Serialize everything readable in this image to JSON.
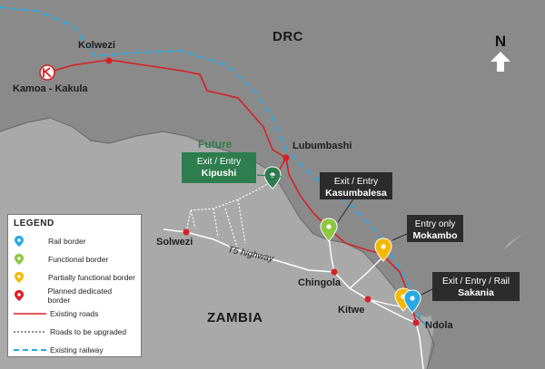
{
  "countries": {
    "drc": "DRC",
    "zambia": "ZAMBIA"
  },
  "north_label": "N",
  "future_label": "Future",
  "places": {
    "kolwezi": "Kolwezi",
    "kamoa_kakula": "Kamoa - Kakula",
    "lubumbashi": "Lubumbashi",
    "solwezi": "Solwezi",
    "chingola": "Chingola",
    "kitwe": "Kitwe",
    "ndola": "Ndola"
  },
  "road_label": "T5 highway",
  "callouts": {
    "kipushi": {
      "line1": "Exit / Entry",
      "name": "Kipushi"
    },
    "kasumbalesa": {
      "line1": "Exit / Entry",
      "name": "Kasumbalesa"
    },
    "mokambo": {
      "line1": "Entry only",
      "name": "Mokambo"
    },
    "sakania": {
      "line1": "Exit / Entry / Rail",
      "name": "Sakania"
    }
  },
  "legend": {
    "title": "LEGEND",
    "items": [
      {
        "label": "Rail border",
        "color": "#29a9e1"
      },
      {
        "label": "Functional border",
        "color": "#8dc63f"
      },
      {
        "label": "Partially functional border",
        "color": "#f5b800"
      },
      {
        "label": "Planned dedicated border",
        "color": "#e21b23"
      }
    ],
    "lines": [
      {
        "label": "Existing roads"
      },
      {
        "label": "Roads to be upgraded"
      },
      {
        "label": "Existing railway"
      }
    ]
  },
  "colors": {
    "drc_land": "#8a8a8a",
    "zambia_land": "#a9a9a9",
    "road_red": "#d62027",
    "rail_blue": "#29a9e1",
    "callout_dark": "#2c2c2c",
    "callout_green": "#2e7d4f"
  },
  "icons": {
    "north_arrow": "north-arrow-icon",
    "mine_logo": "kamoa-logo-icon"
  }
}
